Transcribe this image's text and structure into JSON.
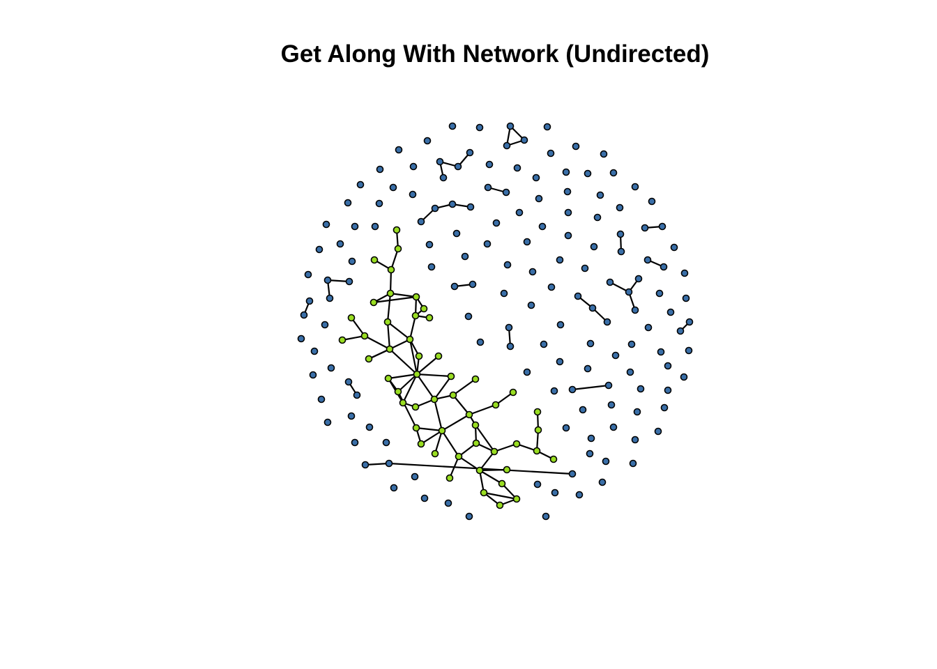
{
  "title": "Get Along With Network (Undirected)",
  "colors": {
    "giant_component": "#99dd22",
    "other_components": "#3a6fa8",
    "edge": "#000000",
    "node_border": "#000000"
  },
  "network": {
    "directed": false,
    "node_count": 212,
    "edge_count": 112,
    "giant_component_node_count": 64,
    "giant_component_edge_count": 88
  }
}
